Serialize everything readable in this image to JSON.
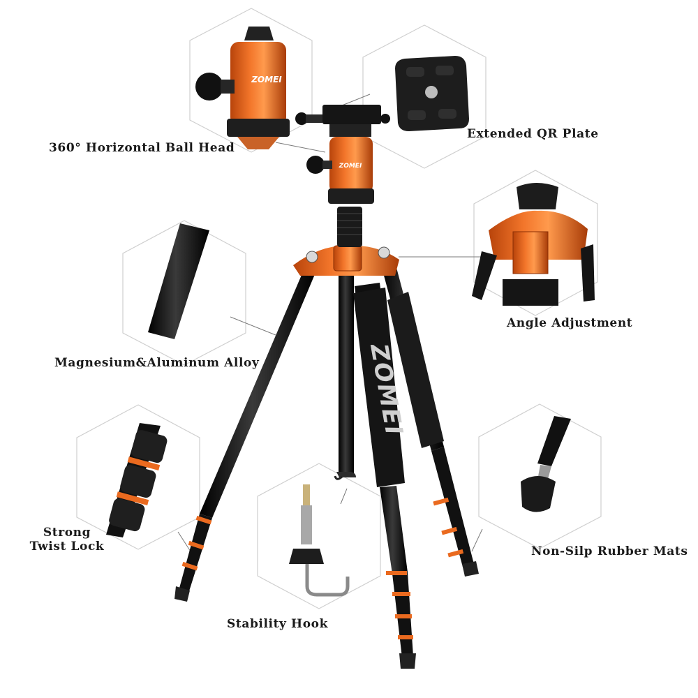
{
  "product": {
    "brand_mark": "ZOMEI",
    "brand_color": "#e8651a",
    "tube_color": "#111111"
  },
  "callouts": {
    "ball_head": "360° Horizontal Ball Head",
    "qr_plate": "Extended QR Plate",
    "angle_adjustment": "Angle Adjustment",
    "alloy": "Magnesium&Aluminum Alloy",
    "twist_lock_line1": "Strong",
    "twist_lock_line2": "Twist Lock",
    "stability_hook": "Stability Hook",
    "rubber_mats": "Non-Silp Rubber Mats"
  }
}
